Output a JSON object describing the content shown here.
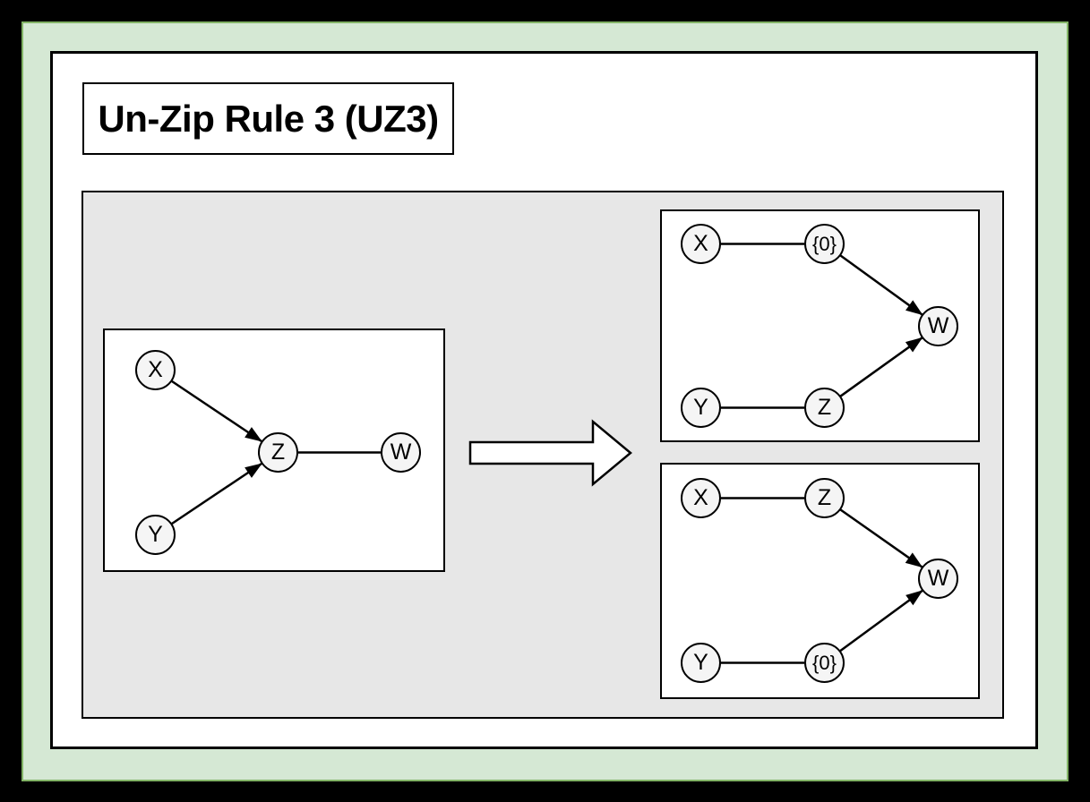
{
  "title": "Un-Zip Rule 3 (UZ3)",
  "diagram": {
    "source_graph": {
      "nodes": {
        "x": "X",
        "y": "Y",
        "z": "Z",
        "w": "W"
      },
      "edges": [
        {
          "from": "X",
          "to": "Z",
          "type": "arrow"
        },
        {
          "from": "Y",
          "to": "Z",
          "type": "arrow"
        },
        {
          "from": "Z",
          "to": "W",
          "type": "line"
        }
      ]
    },
    "result_top_graph": {
      "nodes": {
        "x": "X",
        "zero": "{0}",
        "w": "W",
        "y": "Y",
        "z": "Z"
      },
      "edges": [
        {
          "from": "X",
          "to": "{0}",
          "type": "line"
        },
        {
          "from": "{0}",
          "to": "W",
          "type": "arrow"
        },
        {
          "from": "Y",
          "to": "Z",
          "type": "line"
        },
        {
          "from": "Z",
          "to": "W",
          "type": "arrow"
        }
      ]
    },
    "result_bottom_graph": {
      "nodes": {
        "x": "X",
        "z": "Z",
        "w": "W",
        "y": "Y",
        "zero": "{0}"
      },
      "edges": [
        {
          "from": "X",
          "to": "Z",
          "type": "line"
        },
        {
          "from": "Z",
          "to": "W",
          "type": "arrow"
        },
        {
          "from": "Y",
          "to": "{0}",
          "type": "line"
        },
        {
          "from": "{0}",
          "to": "W",
          "type": "arrow"
        }
      ]
    }
  },
  "colors": {
    "outer_background": "#000000",
    "frame_green_fill": "#d5e8d4",
    "frame_green_stroke": "#82b366",
    "panel_gray": "#e7e7e7",
    "box_white": "#ffffff",
    "node_fill": "#f5f5f5",
    "stroke_black": "#000000"
  }
}
